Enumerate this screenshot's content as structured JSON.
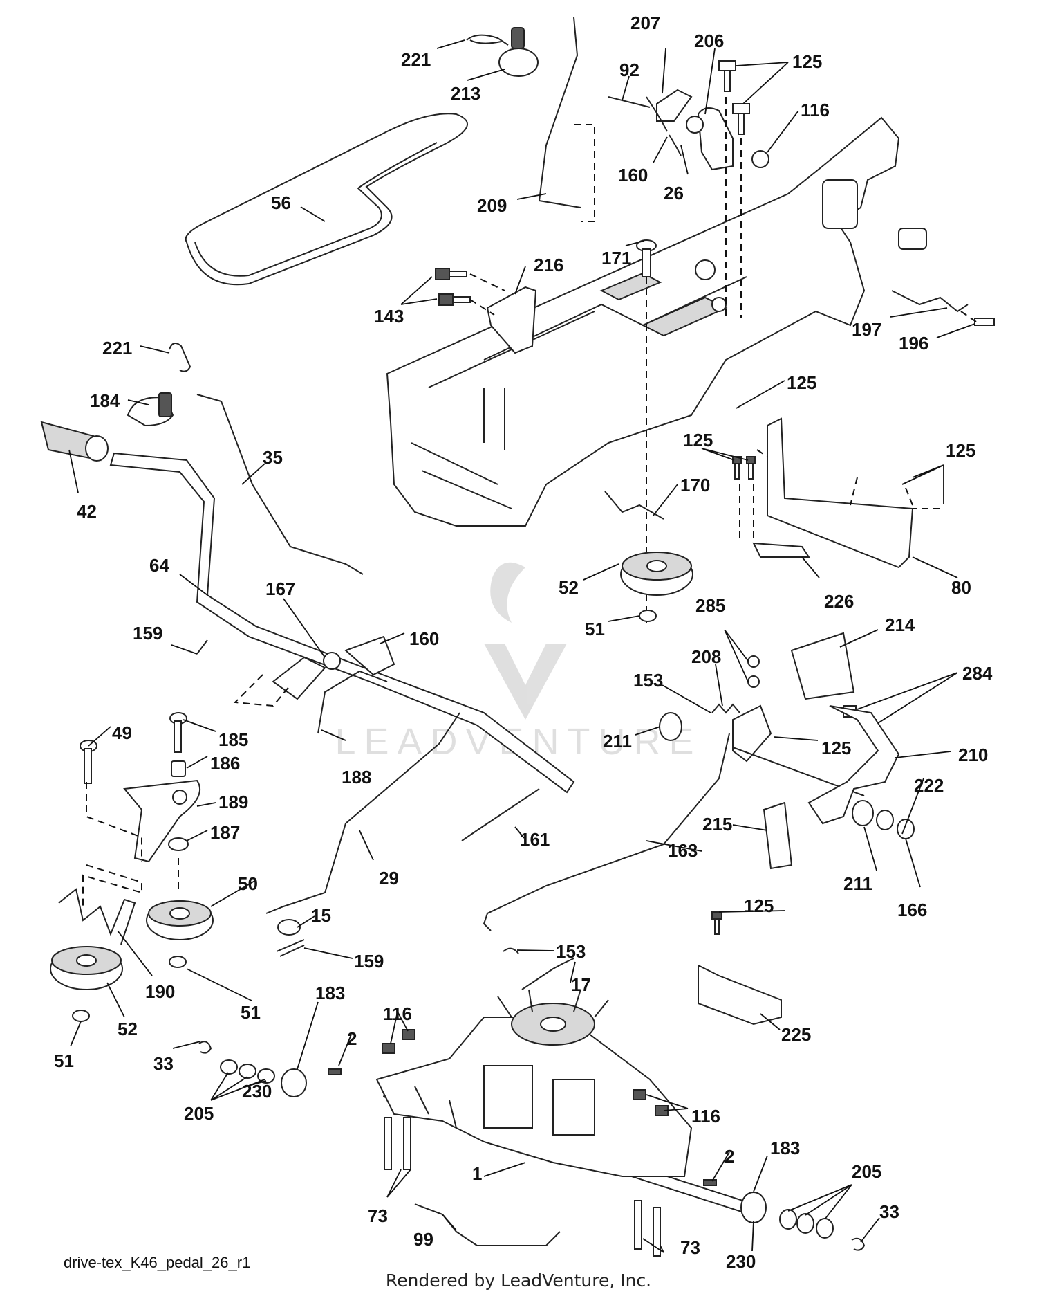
{
  "diagram": {
    "drawing_id": "drive-tex_K46_pedal_26_r1",
    "footer": "Rendered by LeadVenture, Inc.",
    "watermark_text": "LEADVENTURE",
    "part_labels": {
      "p221a": "221",
      "p213": "213",
      "p56": "56",
      "p92": "92",
      "p207": "207",
      "p206": "206",
      "p125a": "125",
      "p116a": "116",
      "p160a": "160",
      "p26": "26",
      "p209": "209",
      "p171": "171",
      "p216": "216",
      "p143": "143",
      "p197": "197",
      "p196": "196",
      "p221b": "221",
      "p184": "184",
      "p35": "35",
      "p42": "42",
      "p125b": "125",
      "p125c": "125",
      "p125d": "125",
      "p170": "170",
      "p52a": "52",
      "p51a": "51",
      "p226": "226",
      "p80": "80",
      "p64": "64",
      "p167": "167",
      "p160b": "160",
      "p159a": "159",
      "p285": "285",
      "p214": "214",
      "p284": "284",
      "p208": "208",
      "p153a": "153",
      "p211a": "211",
      "p125e": "125",
      "p210": "210",
      "p49": "49",
      "p185": "185",
      "p186": "186",
      "p188": "188",
      "p189": "189",
      "p187": "187",
      "p161": "161",
      "p29": "29",
      "p163": "163",
      "p215": "215",
      "p222": "222",
      "p211b": "211",
      "p166": "166",
      "p50": "50",
      "p15": "15",
      "p159b": "159",
      "p125f": "125",
      "p153b": "153",
      "p17": "17",
      "p190": "190",
      "p51b": "51",
      "p52b": "52",
      "p51c": "51",
      "p183a": "183",
      "p116b": "116",
      "p2a": "2",
      "p33a": "33",
      "p205a": "205",
      "p230a": "230",
      "p116c": "116",
      "p225": "225",
      "p2b": "2",
      "p183b": "183",
      "p205b": "205",
      "p73a": "73",
      "p1": "1",
      "p33b": "33",
      "p99": "99",
      "p73b": "73",
      "p230b": "230"
    }
  }
}
